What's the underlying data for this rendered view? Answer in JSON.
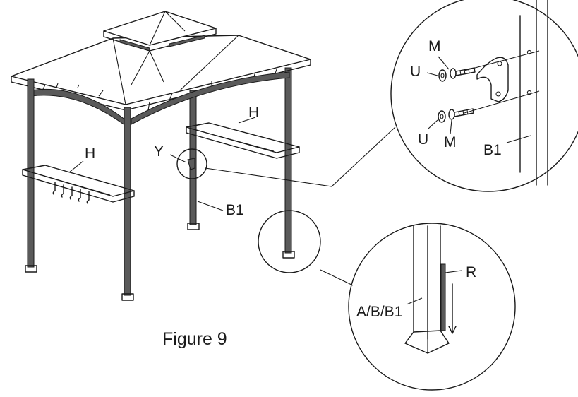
{
  "figure": {
    "caption": "Figure 9"
  },
  "labels": {
    "shelf_left": "H",
    "shelf_right": "H",
    "bracket_spot": "Y",
    "post_b1": "B1",
    "washer_top": "U",
    "screw_top": "M",
    "washer_bottom": "U",
    "screw_bottom": "M",
    "detail_b1": "B1",
    "foot_post": "A/B/B1",
    "foot_part": "R"
  },
  "icons": {
    "gazebo": "gazebo-illustration",
    "bracket": "shelf-bracket-icon",
    "foot": "post-foot-icon",
    "arrow": "down-arrow-icon"
  }
}
